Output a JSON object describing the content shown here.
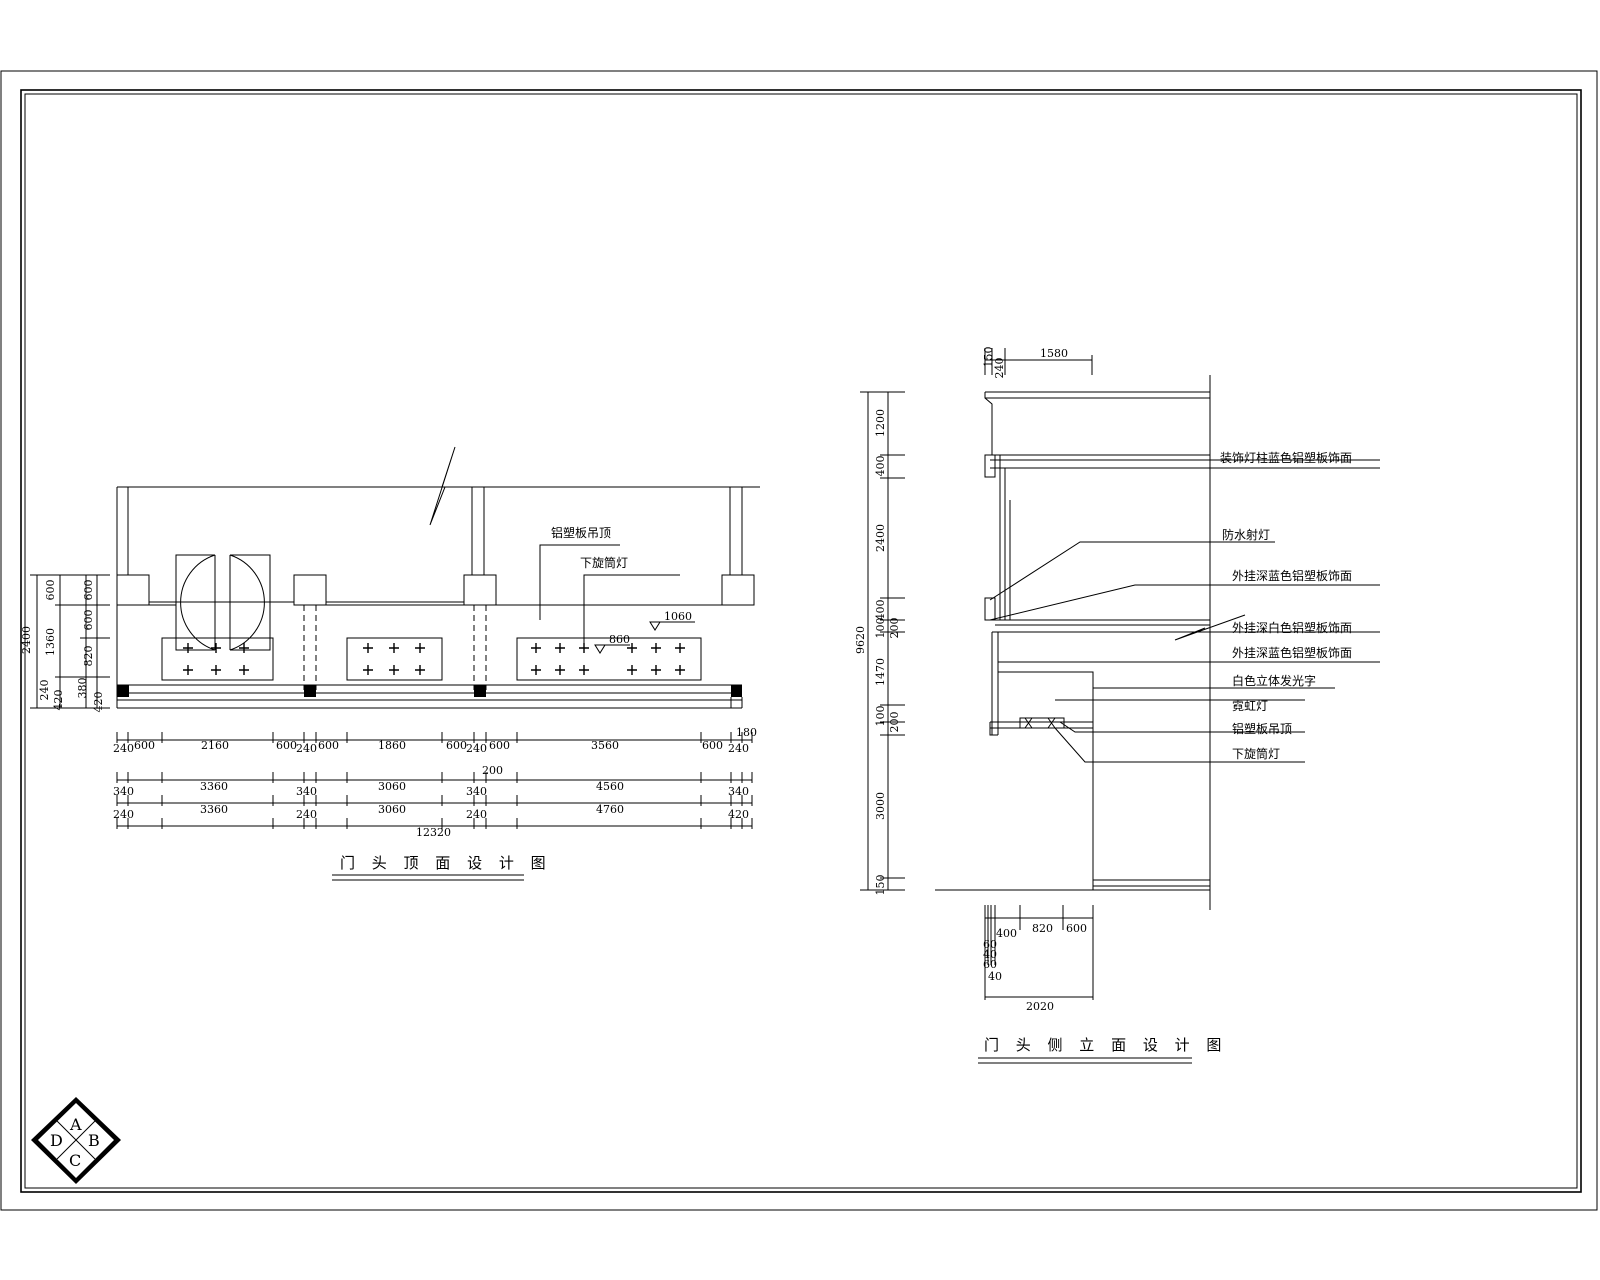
{
  "plan": {
    "title": "门 头 顶 面 设 计 图",
    "notes": {
      "ceiling": "铝塑板吊顶",
      "downlight": "下旋筒灯",
      "level_1060": "1060",
      "level_860": "860"
    },
    "left_dims": {
      "total": "2400",
      "a": "600",
      "b": "1360",
      "c": "240",
      "d": "420",
      "a2": "600",
      "b2": "600",
      "c2": "820",
      "d2": "380",
      "e2": "420"
    },
    "row1": [
      "240",
      "600",
      "2160",
      "600",
      "240",
      "600",
      "1860",
      "600",
      "240",
      "600",
      "3560",
      "600",
      "240"
    ],
    "row1_extra": "180",
    "row1_under": "200",
    "row2": [
      "340",
      "3360",
      "340",
      "3060",
      "340",
      "4560",
      "340"
    ],
    "row3": [
      "240",
      "3360",
      "240",
      "3060",
      "240",
      "4760",
      "420"
    ],
    "total": "12320"
  },
  "elevation": {
    "title": "门 头 侧 立 面 设 计 图",
    "notes": [
      "装饰灯柱蓝色铝塑板饰面",
      "防水射灯",
      "外挂深蓝色铝塑板饰面",
      "外挂深白色铝塑板饰面",
      "外挂深蓝色铝塑板饰面",
      "白色立体发光字",
      "霓虹灯",
      "铝塑板吊顶",
      "下旋筒灯"
    ],
    "top_dims": {
      "a": "150",
      "b": "240",
      "c": "1580"
    },
    "left_dims": {
      "total": "9620",
      "h1": "1200",
      "h2": "400",
      "h3": "2400",
      "h4": "400",
      "h5": "100",
      "h6": "200",
      "h7": "1470",
      "h8": "100",
      "h9": "200",
      "h10": "3000",
      "h11": "150"
    },
    "bottom_dims": {
      "a": "400",
      "b": "820",
      "c": "600",
      "s1": "60",
      "s2": "40",
      "s3": "60",
      "s4": "40",
      "total": "2020"
    }
  },
  "logo": {
    "a": "A",
    "b": "B",
    "c": "C",
    "d": "D"
  }
}
